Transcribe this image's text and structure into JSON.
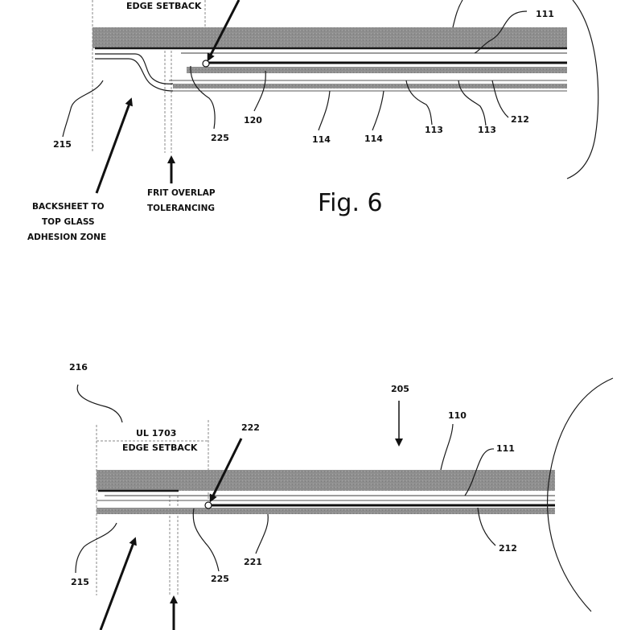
{
  "figure6": {
    "label_edge_setback": "EDGE SETBACK",
    "refs": {
      "r111": "111",
      "r120": "120",
      "r225": "225",
      "r215": "215",
      "r114a": "114",
      "r114b": "114",
      "r113a": "113",
      "r113b": "113",
      "r212": "212"
    },
    "backsheet_caption": [
      "BACKSHEET TO",
      "TOP GLASS",
      "ADHESION ZONE"
    ],
    "frit_caption": [
      "FRIT OVERLAP",
      "TOLERANCING"
    ],
    "caption": "Fig. 6"
  },
  "figure7": {
    "label_ul": "UL 1703",
    "label_edge_setback": "EDGE SETBACK",
    "refs": {
      "r216": "216",
      "r205": "205",
      "r110": "110",
      "r111": "111",
      "r222": "222",
      "r215": "215",
      "r225": "225",
      "r221": "221",
      "r212": "212"
    }
  },
  "colors": {
    "glass_layer": "#8f8f8f",
    "line": "#1a1a1a",
    "dashed_guide": "#8a8a8a"
  }
}
